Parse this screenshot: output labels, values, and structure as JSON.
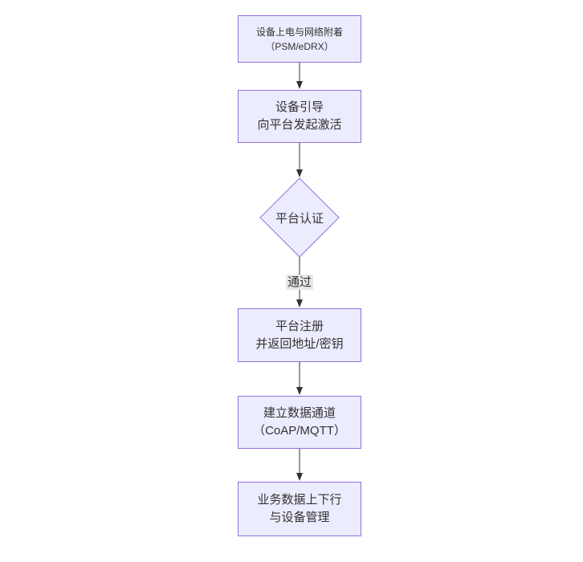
{
  "diagram": {
    "type": "flowchart",
    "direction": "top-down",
    "colors": {
      "node_fill": "#ECECFF",
      "node_border": "#9370DB",
      "edge_line": "#333333",
      "text": "#333333",
      "edge_label_bg": "#e8e8e8",
      "background": "#ffffff"
    },
    "nodes": [
      {
        "id": "power-on",
        "shape": "rect",
        "lines": [
          "设备上电与网络附着",
          "（PSM/eDRX）"
        ]
      },
      {
        "id": "bootstrap",
        "shape": "rect",
        "lines": [
          "设备引导",
          "向平台发起激活"
        ]
      },
      {
        "id": "platform-auth",
        "shape": "diamond",
        "lines": [
          "平台认证"
        ]
      },
      {
        "id": "register",
        "shape": "rect",
        "lines": [
          "平台注册",
          "并返回地址/密钥"
        ]
      },
      {
        "id": "data-channel",
        "shape": "rect",
        "lines": [
          "建立数据通道",
          "（CoAP/MQTT）"
        ]
      },
      {
        "id": "business-data",
        "shape": "rect",
        "lines": [
          "业务数据上下行",
          "与设备管理"
        ]
      }
    ],
    "edges": [
      {
        "from": "power-on",
        "to": "bootstrap",
        "label": ""
      },
      {
        "from": "bootstrap",
        "to": "platform-auth",
        "label": ""
      },
      {
        "from": "platform-auth",
        "to": "register",
        "label": "通过"
      },
      {
        "from": "register",
        "to": "data-channel",
        "label": ""
      },
      {
        "from": "data-channel",
        "to": "business-data",
        "label": ""
      }
    ]
  }
}
